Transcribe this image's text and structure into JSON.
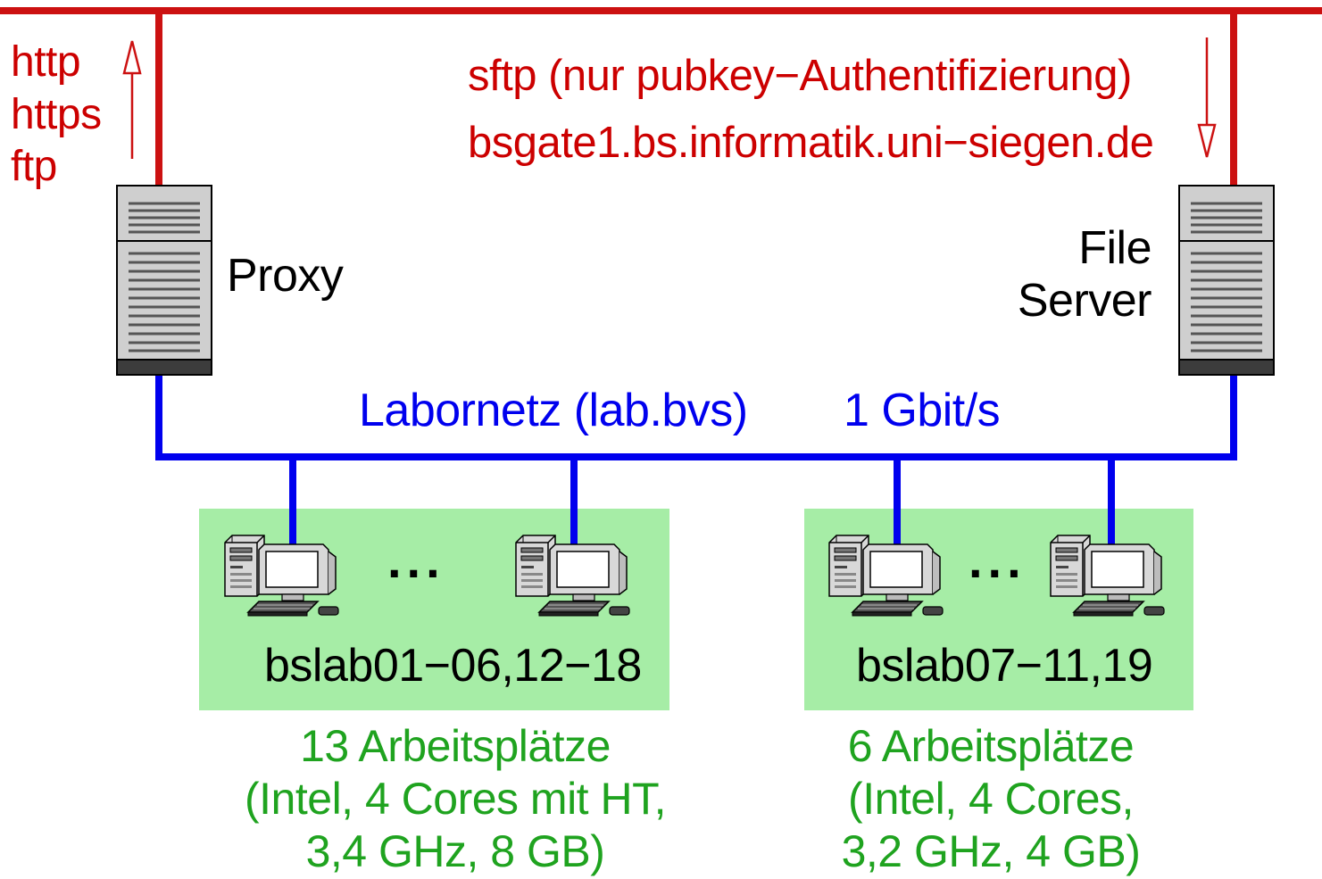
{
  "internet": {
    "protocols": [
      "http",
      "https",
      "ftp"
    ],
    "sftp_note": "sftp (nur pubkey−Authentifizierung)",
    "gateway_host": "bsgate1.bs.informatik.uni−siegen.de"
  },
  "proxy": {
    "label": "Proxy"
  },
  "file_server": {
    "label_line1": "File",
    "label_line2": "Server"
  },
  "lab_network": {
    "name": "Labornetz (lab.bvs)",
    "speed": "1 Gbit/s"
  },
  "groups": [
    {
      "hosts": "bslab01−06,12−18",
      "ellipsis": "...",
      "spec_lines": [
        "13 Arbeitsplätze",
        "(Intel, 4 Cores mit HT,",
        "3,4 GHz, 8 GB)"
      ]
    },
    {
      "hosts": "bslab07−11,19",
      "ellipsis": "...",
      "spec_lines": [
        "6 Arbeitsplätze",
        "(Intel, 4 Cores,",
        "3,2 GHz, 4 GB)"
      ]
    }
  ],
  "colors": {
    "internet_line": "#cc1111",
    "lab_line": "#0000ee",
    "group_box": "#a6eda6",
    "spec_text": "#1fa31f"
  }
}
